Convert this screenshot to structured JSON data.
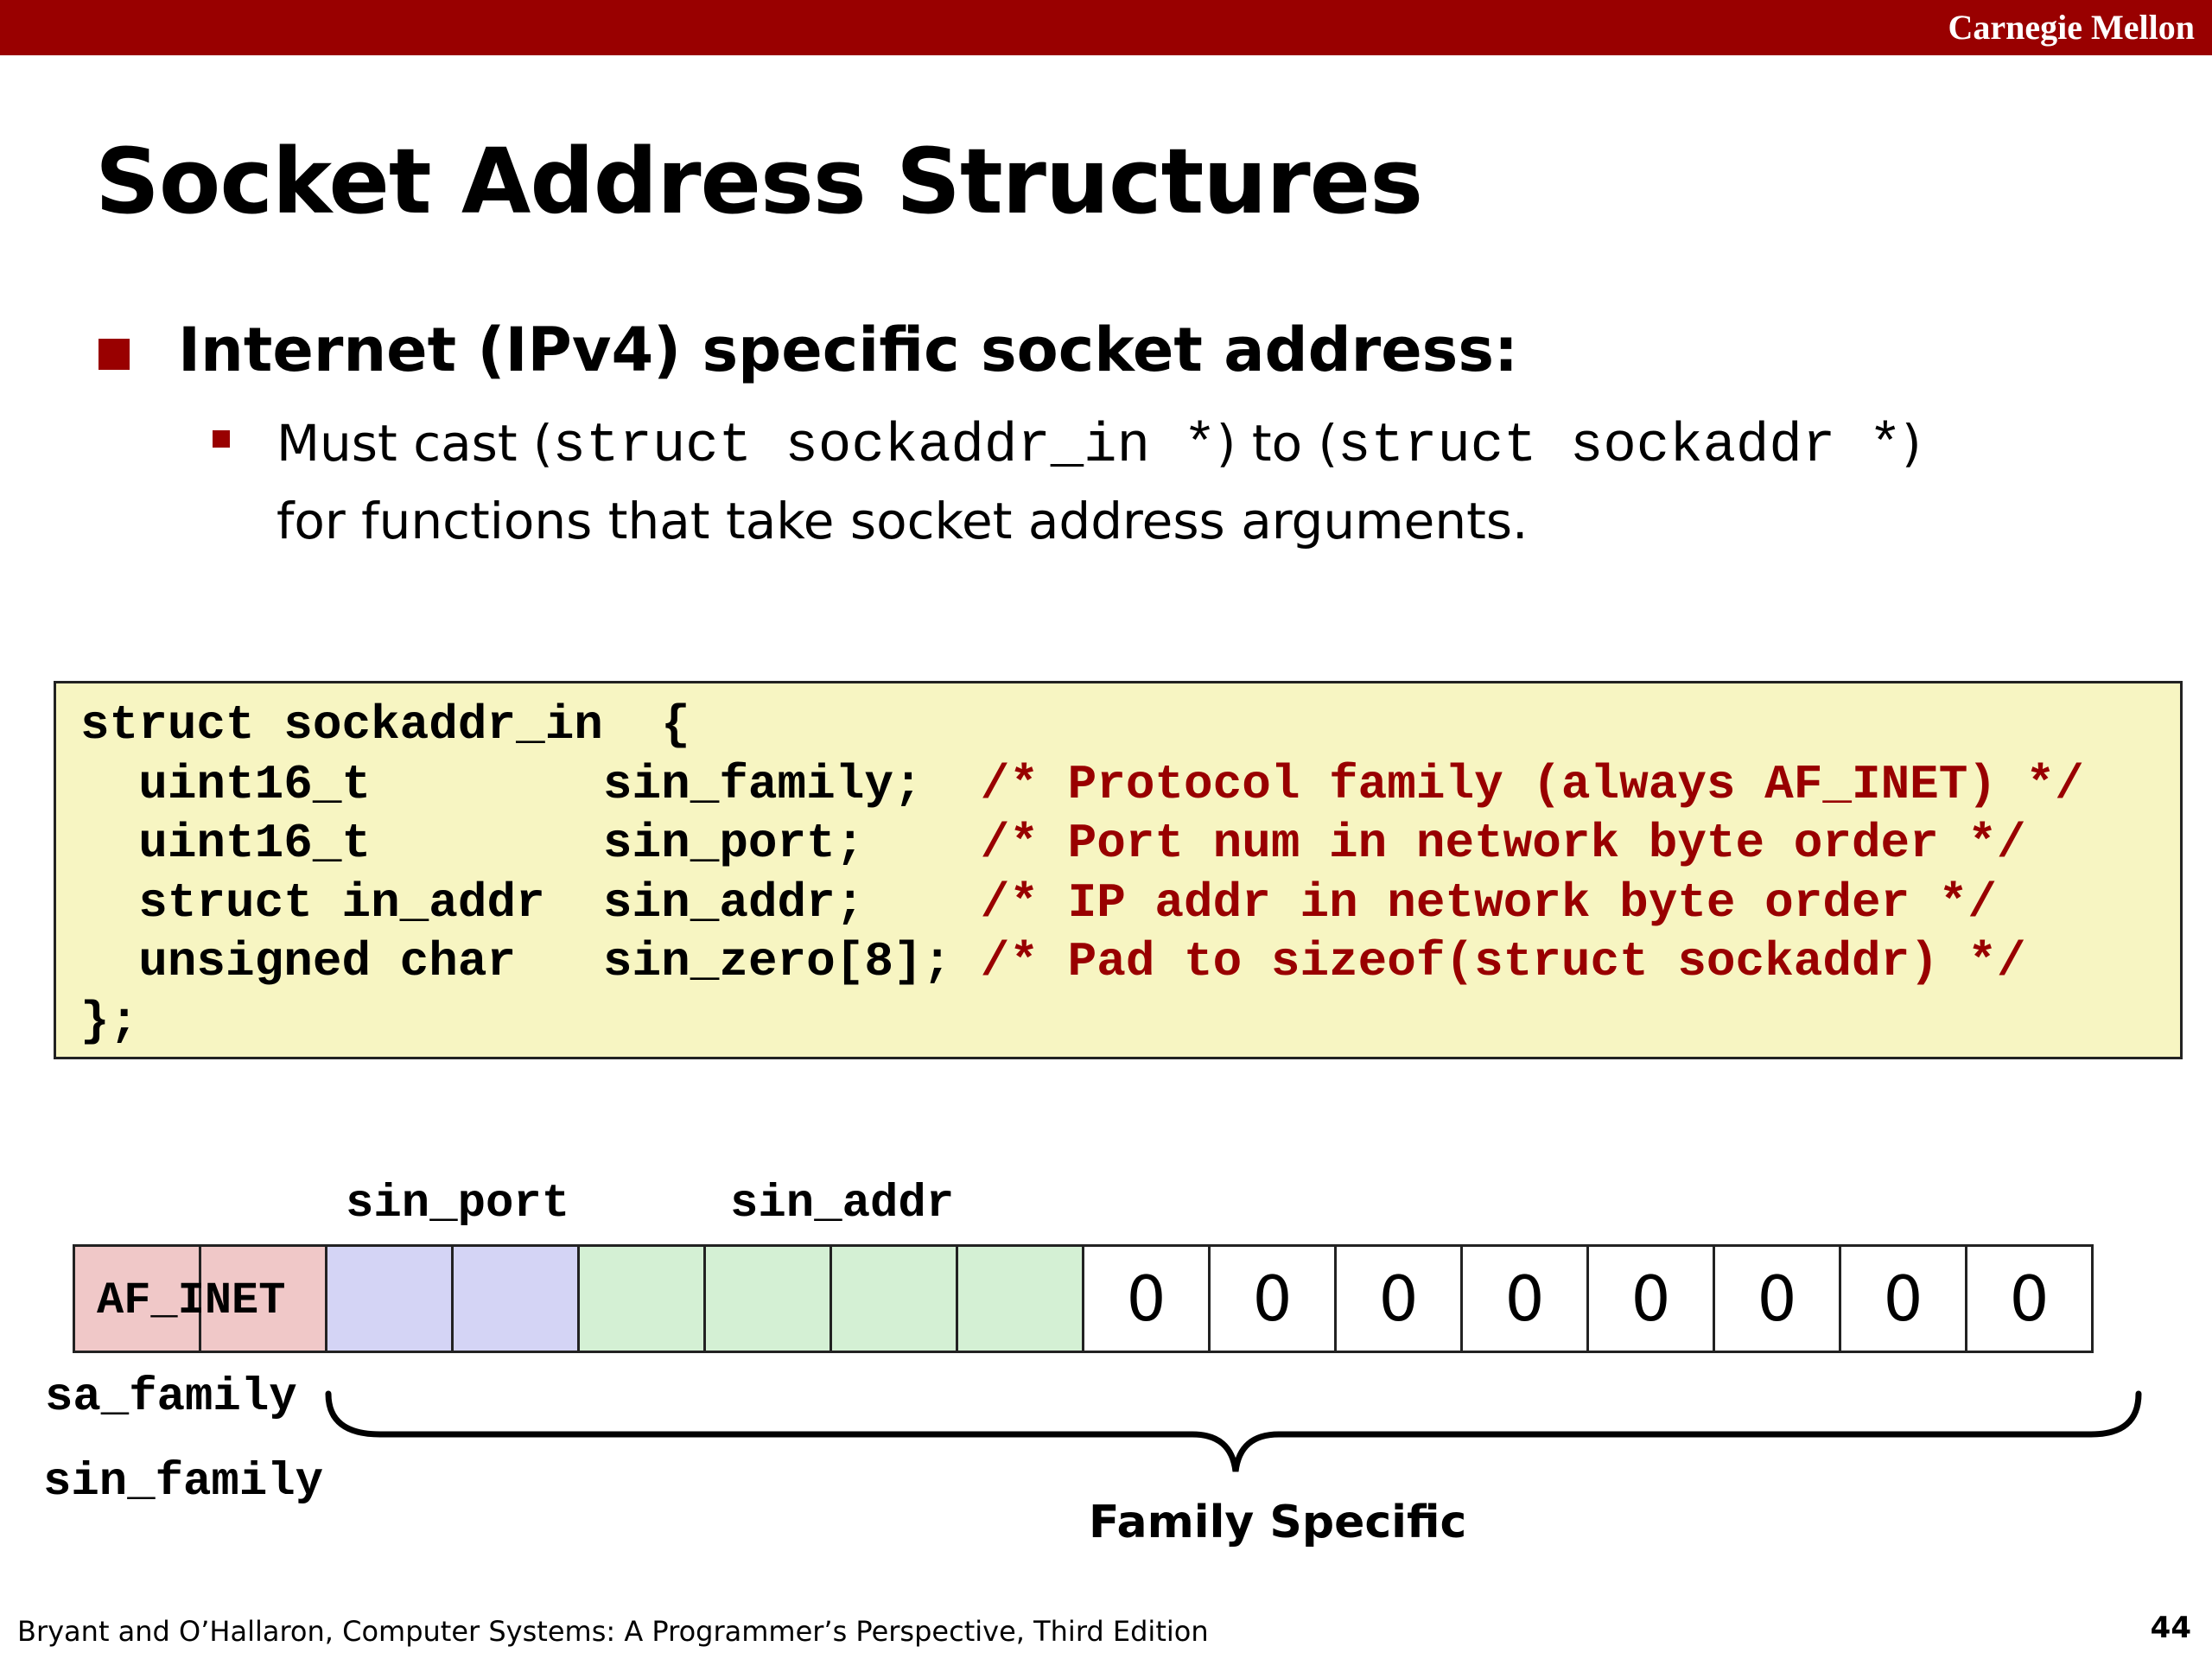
{
  "header": {
    "brand": "Carnegie Mellon"
  },
  "title": "Socket Address Structures",
  "bullet1": "Internet (IPv4) specific socket address:",
  "bullet2": {
    "t1": "Must cast (",
    "code1": "struct sockaddr_in *",
    "t2": ") to (",
    "code2": "struct sockaddr *",
    "t3": ")",
    "line2": "for functions that take socket address arguments."
  },
  "code": {
    "open": "struct sockaddr_in  {",
    "lines": [
      {
        "type": "uint16_t",
        "field": "sin_family;",
        "comment": "/* Protocol family (always AF_INET) */"
      },
      {
        "type": "uint16_t",
        "field": "sin_port;",
        "comment": "/* Port num in network byte order */"
      },
      {
        "type": "struct in_addr",
        "field": "sin_addr;",
        "comment": "/* IP addr in network byte order */"
      },
      {
        "type": "unsigned char",
        "field": "sin_zero[8];",
        "comment": "/* Pad to sizeof(struct sockaddr) */"
      }
    ],
    "close": "};"
  },
  "diagram": {
    "label_sin_port": "sin_port",
    "label_sin_addr": "sin_addr",
    "af_inet": "AF_INET",
    "zeros": [
      "0",
      "0",
      "0",
      "0",
      "0",
      "0",
      "0",
      "0"
    ],
    "label_sa_family": "sa_family",
    "label_sin_family": "sin_family",
    "family_specific": "Family Specific",
    "colors": {
      "family": "#f0c8c8",
      "port": "#d4d4f5",
      "addr": "#d4f0d4",
      "zero": "#ffffff"
    }
  },
  "footer": {
    "citation": "Bryant and O’Hallaron, Computer Systems: A Programmer’s Perspective, Third Edition",
    "page": "44"
  }
}
